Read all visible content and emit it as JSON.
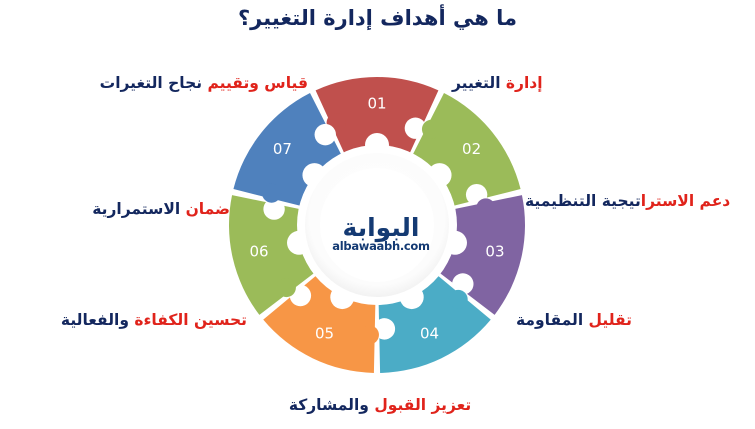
{
  "title": "ما هي أهداف إدارة التغيير؟",
  "colors": {
    "title_navy": "#13275e",
    "label_navy": "#13275e",
    "label_red": "#e0231b",
    "background": "#ffffff",
    "hub_white": "#ffffff",
    "hub_ring": "#f2f2f2"
  },
  "center_logo": {
    "name": "albawaabh-logo",
    "word": "البوابة",
    "domain": "albawaabh.com"
  },
  "wheel": {
    "segments": [
      {
        "number": "01",
        "color": "#c0504d",
        "label_parts": [
          {
            "text": "إدارة",
            "accent": true
          },
          {
            "text": " التغيير",
            "accent": false
          }
        ],
        "label_plain": "إدارة التغيير"
      },
      {
        "number": "02",
        "color": "#9bbb59",
        "label_parts": [
          {
            "text": "دعم الاسترا",
            "accent": true
          },
          {
            "text": "تيجية التنظيمية",
            "accent": false
          }
        ],
        "label_plain": "دعم الاستراتيجية التنظيمية"
      },
      {
        "number": "03",
        "color": "#8064a2",
        "label_parts": [
          {
            "text": "تقليل",
            "accent": true
          },
          {
            "text": " المقاومة",
            "accent": false
          }
        ],
        "label_plain": "تقليل المقاومة"
      },
      {
        "number": "04",
        "color": "#4bacc6",
        "label_parts": [
          {
            "text": "تعزيز القبول",
            "accent": true
          },
          {
            "text": " والمشاركة",
            "accent": false
          }
        ],
        "label_plain": "تعزيز القبول والمشاركة"
      },
      {
        "number": "05",
        "color": "#f79646",
        "label_parts": [
          {
            "text": "تحسين الكفاءة",
            "accent": true
          },
          {
            "text": " والفعالية",
            "accent": false
          }
        ],
        "label_plain": "تحسين الكفاءة والفعالية"
      },
      {
        "number": "06",
        "color": "#9bbb59",
        "label_parts": [
          {
            "text": "ضمان",
            "accent": true
          },
          {
            "text": " الاستمرارية",
            "accent": false
          }
        ],
        "label_plain": "ضمان الاستمرارية"
      },
      {
        "number": "07",
        "color": "#4f81bd",
        "label_parts": [
          {
            "text": "قياس وتقييم",
            "accent": true
          },
          {
            "text": " نجاح التغيرات",
            "accent": false
          }
        ],
        "label_plain": "قياس وتقييم نجاح التغيرات"
      }
    ]
  }
}
